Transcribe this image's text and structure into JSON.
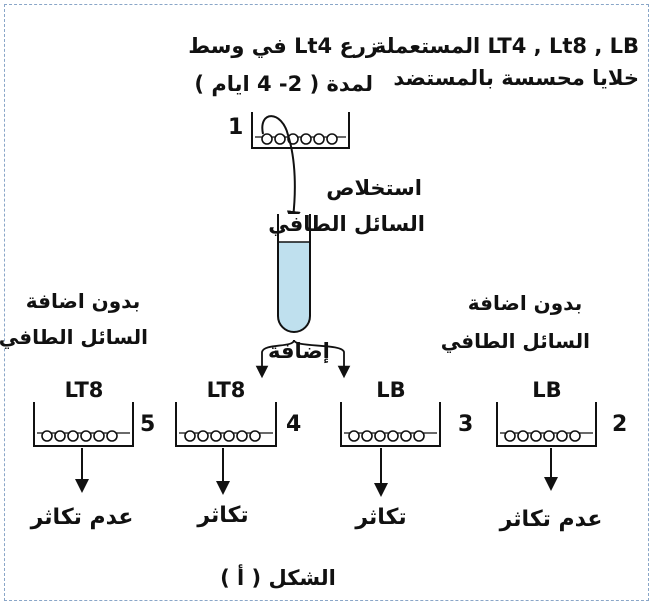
{
  "header": {
    "line1": "LT4 , Lt8 , LB المستعملة",
    "line2": "خلايا محسسة بالمستضد"
  },
  "culture": {
    "line1": "زرع Lt4 في وسط",
    "line2": "لمدة ( 2- 4 ايام )",
    "number": "1"
  },
  "extraction": {
    "line1": "استخلاص",
    "line2": "السائل الطافي"
  },
  "addition_label": "إضافة",
  "no_addition": {
    "line1": "بدون اضافة",
    "line2": "السائل الطافي"
  },
  "dishes": [
    {
      "label": "LB",
      "number": "2",
      "result": "عدم تكاثر"
    },
    {
      "label": "LB",
      "number": "3",
      "result": "تكاثر"
    },
    {
      "label": "LT8",
      "number": "4",
      "result": "تكاثر"
    },
    {
      "label": "LT8",
      "number": "5",
      "result": "عدم تكاثر"
    }
  ],
  "caption": "الشكل ( أ )",
  "colors": {
    "tube_liquid": "#bfe0ee",
    "frame": "#8aa6c8"
  }
}
